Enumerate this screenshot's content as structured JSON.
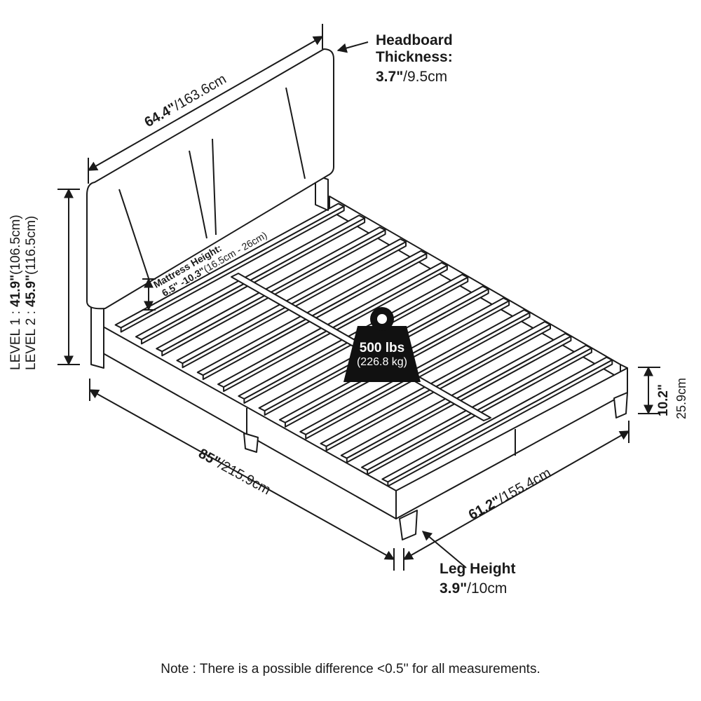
{
  "headboard_thickness": {
    "label_line1": "Headboard",
    "label_line2": "Thickness:",
    "value_in": "3.7\"",
    "value_cm": "/9.5cm"
  },
  "width_dim": {
    "value_in": "64.4\"",
    "value_cm": "/163.6cm"
  },
  "height_dim": {
    "level1_prefix": "LEVEL 1 : ",
    "level1_in": "41.9\"",
    "level1_cm": "(106.5cm)",
    "level2_prefix": "LEVEL 2 : ",
    "level2_in": "45.9\"",
    "level2_cm": "(116.5cm)"
  },
  "mattress_height": {
    "label": "Mattress Height:",
    "value_in": "6.5\" -10.3\"",
    "value_cm": "(16.5cm - 26cm)"
  },
  "weight_capacity": {
    "lbs": "500 lbs",
    "kg": "(226.8 kg)"
  },
  "side_height": {
    "value_in": "10.2\"",
    "value_cm": "25.9cm"
  },
  "length_dim": {
    "value_in": "85\"",
    "value_cm": "/215.9cm"
  },
  "foot_width_dim": {
    "value_in": "61.2\"",
    "value_cm": "/155.4cm"
  },
  "leg_height": {
    "label": "Leg Height",
    "value_in": "3.9\"",
    "value_cm": "/10cm"
  },
  "note": "Note : There is a possible difference <0.5'' for all measurements.",
  "colors": {
    "ink": "#1a1a1a",
    "fill": "#ffffff",
    "weight_fill": "#111111"
  }
}
